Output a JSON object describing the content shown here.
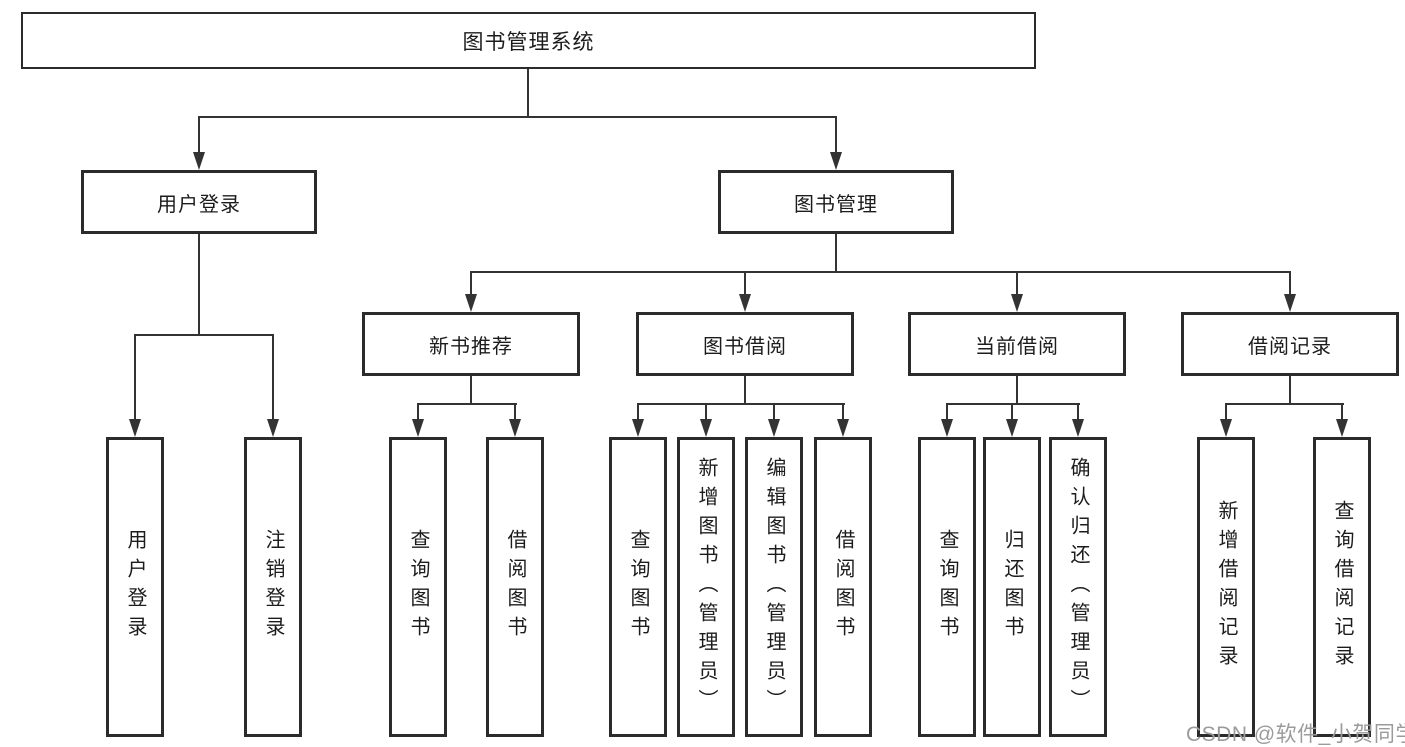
{
  "tree": {
    "label": "图书管理系统",
    "children": [
      {
        "label": "用户登录",
        "children": [
          {
            "label": "用户登录"
          },
          {
            "label": "注销登录"
          }
        ]
      },
      {
        "label": "图书管理",
        "children": [
          {
            "label": "新书推荐",
            "children": [
              {
                "label": "查询图书"
              },
              {
                "label": "借阅图书"
              }
            ]
          },
          {
            "label": "图书借阅",
            "children": [
              {
                "label": "查询图书"
              },
              {
                "label": "新增图书（管理员）"
              },
              {
                "label": "编辑图书（管理员）"
              },
              {
                "label": "借阅图书"
              }
            ]
          },
          {
            "label": "当前借阅",
            "children": [
              {
                "label": "查询图书"
              },
              {
                "label": "归还图书"
              },
              {
                "label": "确认归还（管理员）"
              }
            ]
          },
          {
            "label": "借阅记录",
            "children": [
              {
                "label": "新增借阅记录"
              },
              {
                "label": "查询借阅记录"
              }
            ]
          }
        ]
      }
    ]
  },
  "watermark": "CSDN @软件_小贺同学",
  "colors": {
    "line": "#333333",
    "box_border": "#2b2b2b",
    "background": "#ffffff",
    "watermark": "#9b9b9b"
  }
}
